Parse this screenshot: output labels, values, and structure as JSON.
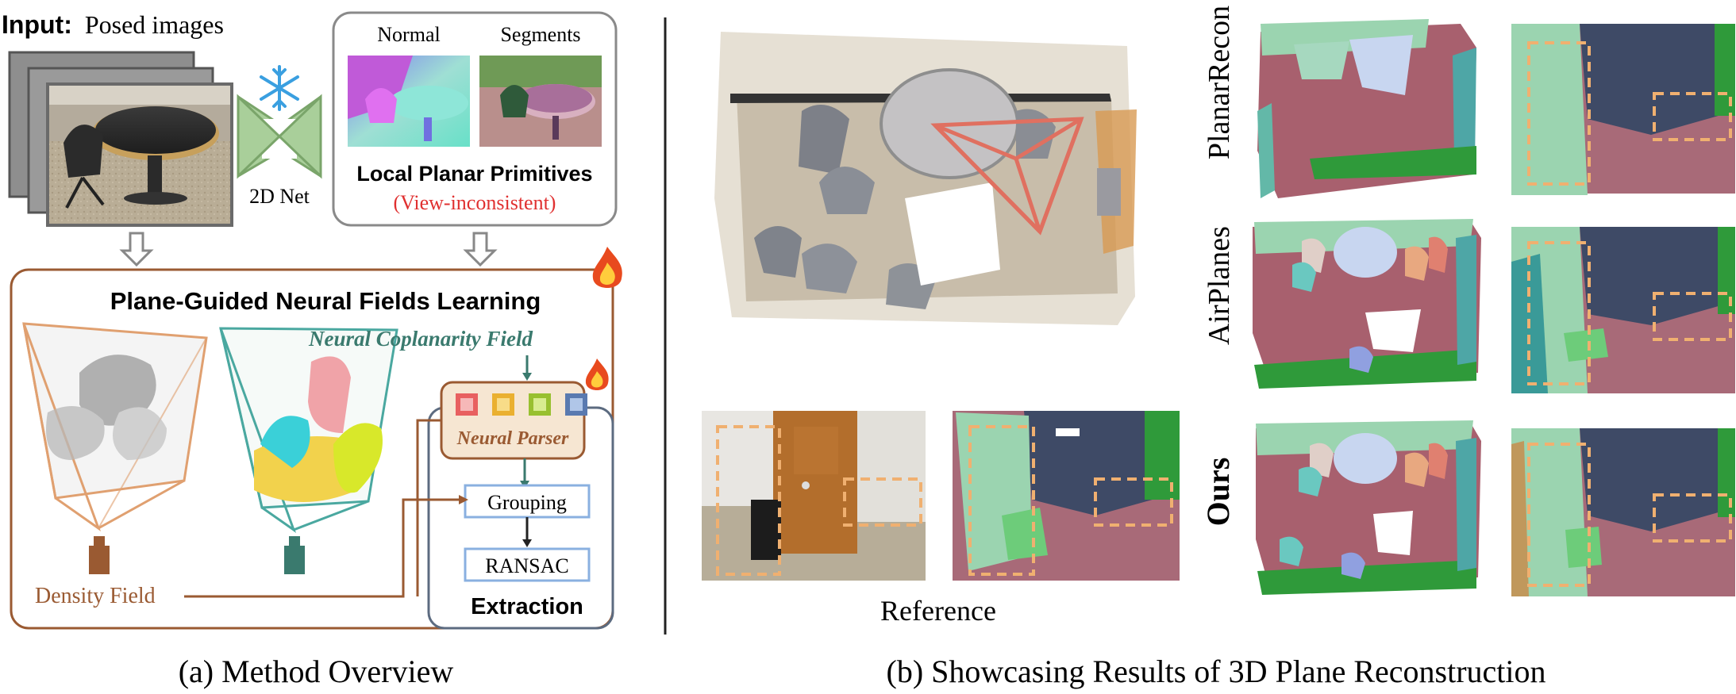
{
  "panel_a": {
    "input_label_bold": "Input:",
    "input_label_rest": "Posed images",
    "net_label": "2D Net",
    "normal_label": "Normal",
    "segments_label": "Segments",
    "primitives_title": "Local Planar Primitives",
    "primitives_note": "(View-inconsistent)",
    "learning_title": "Plane-Guided Neural Fields Learning",
    "coplanarity_label": "Neural Coplanarity Field",
    "parser_label": "Neural Parser",
    "grouping_label": "Grouping",
    "ransac_label": "RANSAC",
    "extraction_label": "Extraction",
    "density_label": "Density Field",
    "caption": "(a) Method Overview"
  },
  "panel_b": {
    "reference_label": "Reference",
    "methods": [
      "PlanarRecon",
      "AirPlanes",
      "Ours"
    ],
    "caption": "(b) Showcasing Results of 3D Plane Reconstruction"
  },
  "colors": {
    "brown": "#9a5a32",
    "teal": "#3a7a6e",
    "slate": "#5c6b80",
    "red": "#e03030",
    "orange_dash": "#f0b070",
    "floor": "#a86a78",
    "wall_dark": "#3e4a66",
    "wall_green": "#2f9a3a",
    "mint": "#9bd4b0"
  },
  "icons": [
    "snowflake-icon",
    "fire-icon",
    "camera-icon"
  ]
}
